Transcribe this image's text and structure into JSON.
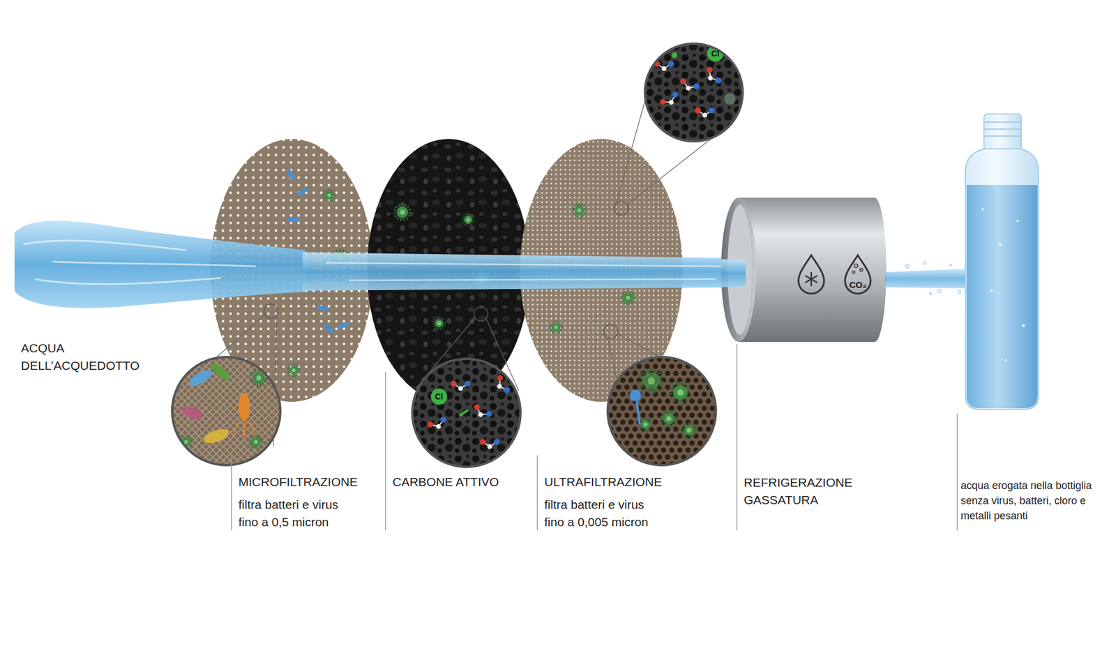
{
  "diagram": {
    "labels": [
      "ACQUA DELL’ACQUEDOTTO",
      "Cl",
      "CO₂",
      "Cl",
      "MICROFILTRAZIONE",
      "filtra batteri e virus fino a 0,5 micron",
      "CARBONE ATTIVO",
      "ULTRAFILTRAZIONE",
      "filtra batteri e virus fino a 0,005 micron",
      "REFRIGERAZIONE GASSATURA",
      "acqua erogata nella bottiglia senza virus, batteri, cloro e metalli pesanti"
    ]
  }
}
